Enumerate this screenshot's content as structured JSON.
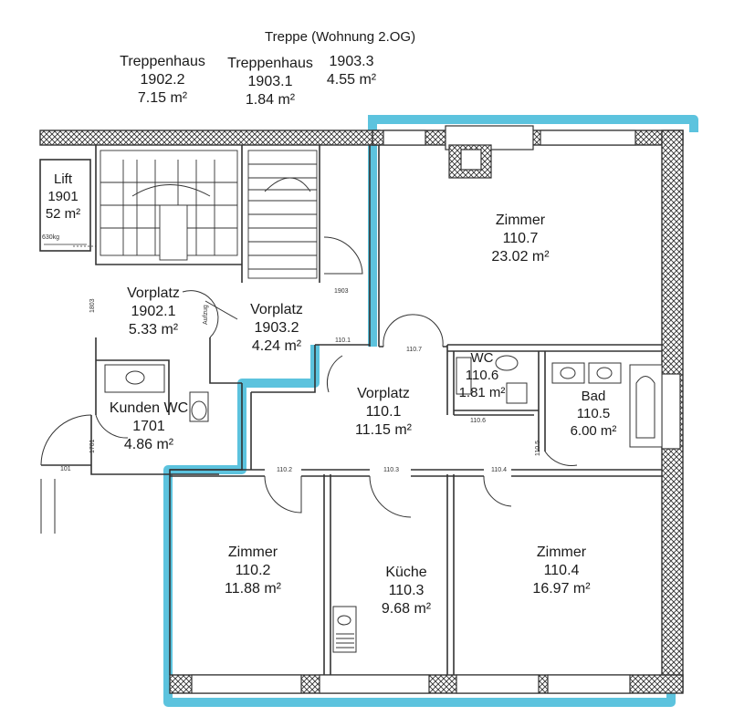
{
  "header": {
    "stair_wohnung": "Treppe (Wohnung 2.OG)",
    "treppenhaus_label": "Treppenhaus"
  },
  "rooms": [
    {
      "id": "stair-1902-2",
      "name": "Treppenhaus",
      "number": "1902.2",
      "area": "7.15 m²"
    },
    {
      "id": "stair-1903-1",
      "name": "Treppenhaus",
      "number": "1903.1",
      "area": "1.84 m²"
    },
    {
      "id": "stair-1903-3",
      "name": "",
      "number": "1903.3",
      "area": "4.55 m²"
    },
    {
      "id": "lift-1901",
      "name": "Lift",
      "number": "1901",
      "area": "52 m²"
    },
    {
      "id": "zimmer-110-7",
      "name": "Zimmer",
      "number": "110.7",
      "area": "23.02 m²"
    },
    {
      "id": "vorplatz-1902-1",
      "name": "Vorplatz",
      "number": "1902.1",
      "area": "5.33 m²"
    },
    {
      "id": "vorplatz-1903-2",
      "name": "Vorplatz",
      "number": "1903.2",
      "area": "4.24 m²"
    },
    {
      "id": "wc-110-6",
      "name": "WC",
      "number": "110.6",
      "area": "1.81 m²"
    },
    {
      "id": "bad-110-5",
      "name": "Bad",
      "number": "110.5",
      "area": "6.00 m²"
    },
    {
      "id": "vorplatz-110-1",
      "name": "Vorplatz",
      "number": "110.1",
      "area": "11.15 m²"
    },
    {
      "id": "kunden-wc-1701",
      "name": "Kunden WC",
      "number": "1701",
      "area": "4.86 m²"
    },
    {
      "id": "zimmer-110-2",
      "name": "Zimmer",
      "number": "110.2",
      "area": "11.88 m²"
    },
    {
      "id": "kueche-110-3",
      "name": "Küche",
      "number": "110.3",
      "area": "9.68 m²"
    },
    {
      "id": "zimmer-110-4",
      "name": "Zimmer",
      "number": "110.4",
      "area": "16.97 m²"
    }
  ],
  "door_tags": {
    "d1903": "1903",
    "d1101": "110.1",
    "d1107": "110.7",
    "d1106": "110.6",
    "d1102": "110.2",
    "d1103": "110.3",
    "d1104": "110.4",
    "d1105": "110.5",
    "d101": "101",
    "d1701": "1701",
    "d1803": "1803",
    "lift_load": "630kg",
    "aufzug": "Aufzug"
  },
  "colors": {
    "wall": "#333333",
    "highlight": "#3fb8d8",
    "background": "#ffffff"
  }
}
